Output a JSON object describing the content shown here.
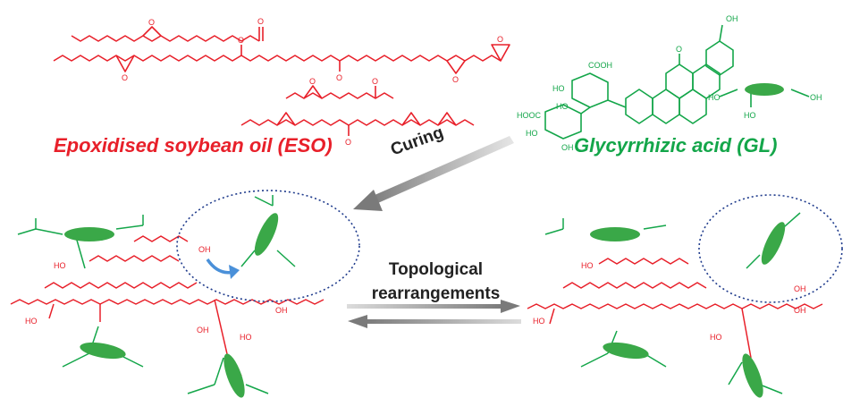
{
  "labels": {
    "eso": "Epoxidised soybean oil (ESO)",
    "gl": "Glycyrrhizic acid (GL)",
    "curing": "Curing",
    "topo_line1": "Topological",
    "topo_line2": "rearrangements"
  },
  "atoms": {
    "oxygen": "O",
    "hydroxyl": "OH",
    "hydroxyl_left": "HO",
    "carboxyl": "COOH",
    "carboxyl_left": "HOOC"
  },
  "colors": {
    "eso": "#e8202a",
    "gl": "#14a64a",
    "ellipse": "#1f3b8c",
    "arrow_gray": "#8a8a8a",
    "arrow_blue": "#4a90d9"
  }
}
